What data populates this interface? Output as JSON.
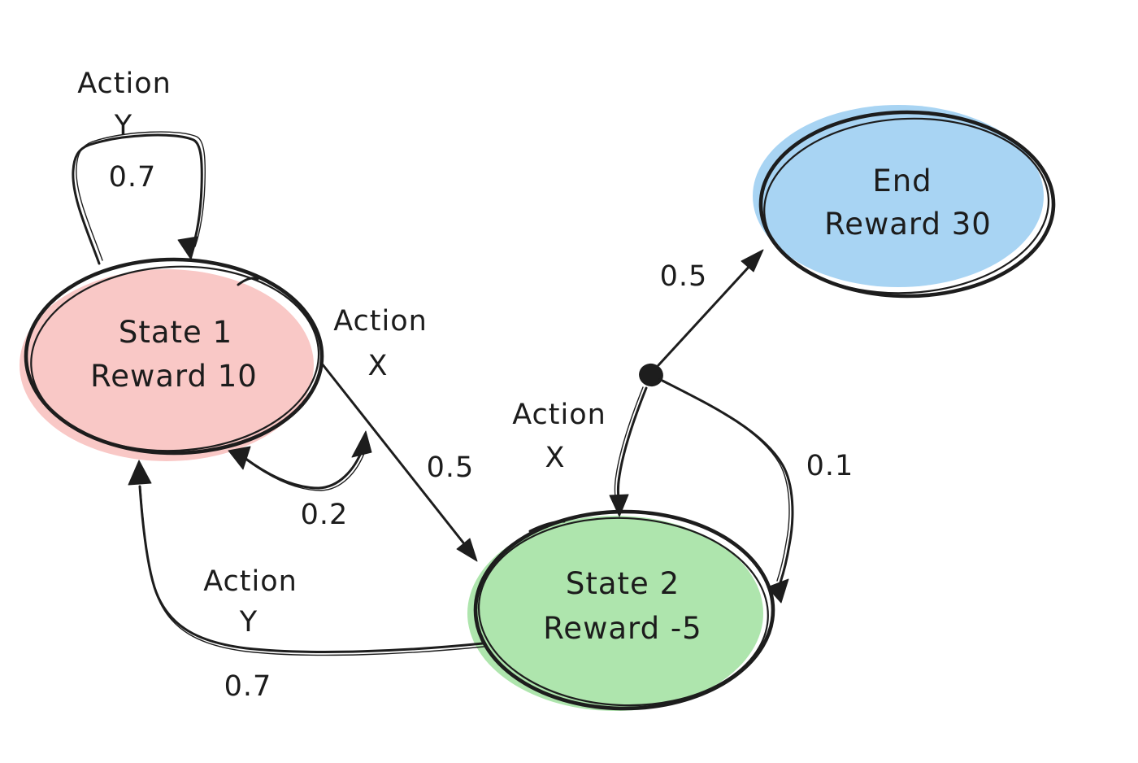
{
  "diagram": {
    "type": "markov-decision-process",
    "background": "#ffffff",
    "colors": {
      "state1_fill": "#f9c8c6",
      "state2_fill": "#aee5ad",
      "end_fill": "#a8d4f3",
      "stroke": "#1d1d1d",
      "text": "#1c1c1c"
    },
    "nodes": {
      "state1": {
        "title": "State 1",
        "reward": "Reward 10"
      },
      "state2": {
        "title": "State 2",
        "reward": "Reward -5"
      },
      "end": {
        "title": "End",
        "reward": "Reward 30"
      }
    },
    "edges": {
      "state1_self_loop": {
        "action_label": "Action",
        "action_name": "Y",
        "probability": "0.7"
      },
      "state1_to_state2": {
        "action_label": "Action",
        "action_name": "X",
        "probability": "0.5"
      },
      "state1_return_branch": {
        "probability": "0.2"
      },
      "chance_to_end": {
        "probability": "0.5"
      },
      "chance_to_state2": {
        "action_label": "Action",
        "action_name": "X"
      },
      "chance_loop_state2": {
        "probability": "0.1"
      },
      "state2_to_state1": {
        "action_label": "Action",
        "action_name": "Y",
        "probability": "0.7"
      }
    }
  }
}
